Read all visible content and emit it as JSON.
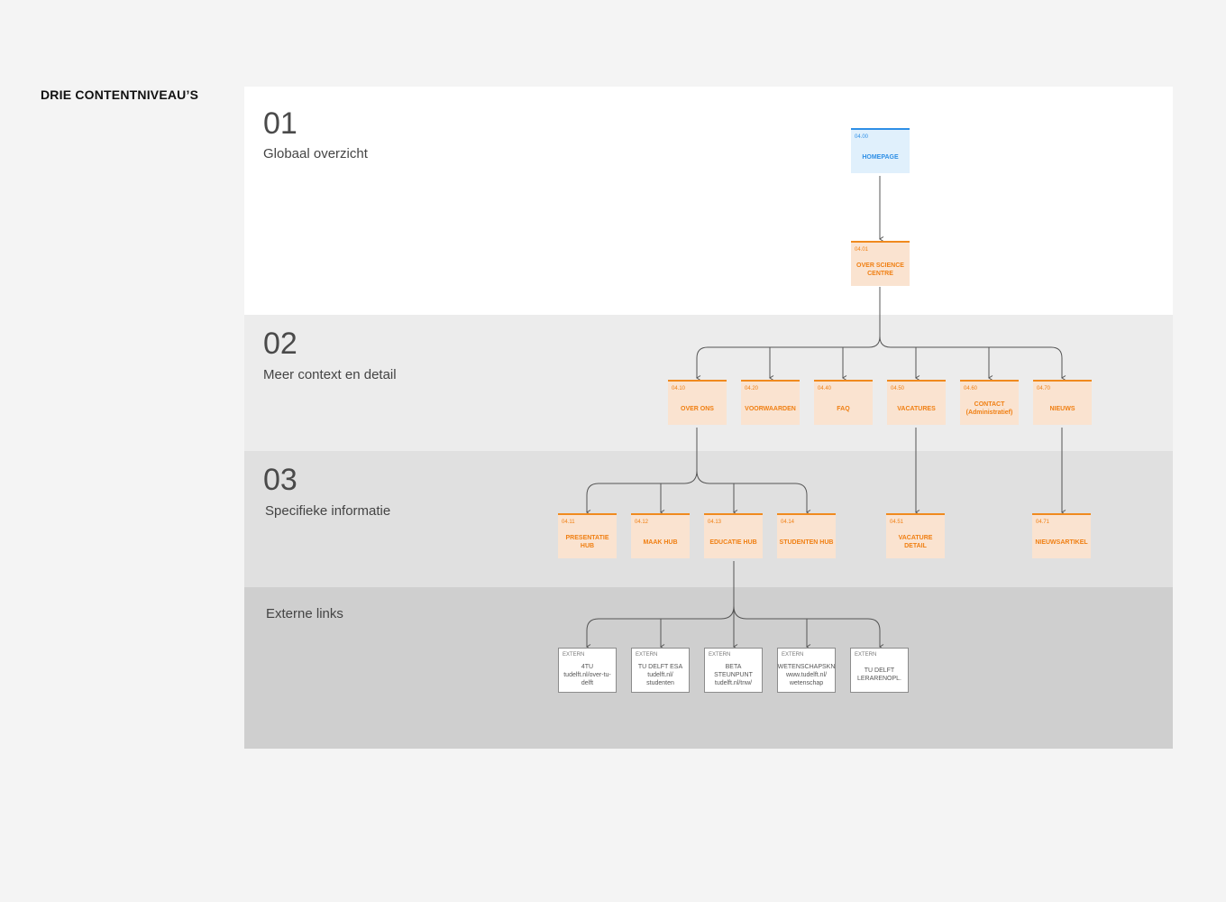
{
  "page_title": "DRIE CONTENTNIVEAU’S",
  "levels": [
    {
      "number": "01",
      "label": "Globaal overzicht"
    },
    {
      "number": "02",
      "label": "Meer context en detail"
    },
    {
      "number": "03",
      "label": "Specifieke informatie"
    },
    {
      "number": "",
      "label": "Externe links"
    }
  ],
  "nodes": {
    "homepage": {
      "code": "04.00",
      "label": "HOMEPAGE"
    },
    "over_science_centre": {
      "code": "04.01",
      "label": "OVER SCIENCE CENTRE"
    },
    "over_ons": {
      "code": "04.10",
      "label": "OVER ONS"
    },
    "voorwaarden": {
      "code": "04.20",
      "label": "VOORWAARDEN"
    },
    "faq": {
      "code": "04.40",
      "label": "FAQ"
    },
    "vacatures": {
      "code": "04.50",
      "label": "VACATURES"
    },
    "contact": {
      "code": "04.60",
      "label": "CONTACT (Administratief)"
    },
    "nieuws": {
      "code": "04.70",
      "label": "NIEUWS"
    },
    "presentatie_hub": {
      "code": "04.11",
      "label": "PRESENTATIE HUB"
    },
    "maak_hub": {
      "code": "04.12",
      "label": "MAAK HUB"
    },
    "educatie_hub": {
      "code": "04.13",
      "label": "EDUCATIE HUB"
    },
    "studenten_hub": {
      "code": "04.14",
      "label": "STUDENTEN HUB"
    },
    "vacature_detail": {
      "code": "04.51",
      "label": "VACATURE DETAIL"
    },
    "nieuwsartikel": {
      "code": "04.71",
      "label": "NIEUWSARTIKEL"
    }
  },
  "externals": [
    {
      "code": "EXTERN",
      "title": "4TU",
      "url": "tudelft.nl/over-tu-delft"
    },
    {
      "code": "EXTERN",
      "title": "TU DELFT ESA",
      "url": "tudelft.nl/ studenten"
    },
    {
      "code": "EXTERN",
      "title": "BETA STEUNPUNT",
      "url": "tudelft.nl/tnw/"
    },
    {
      "code": "EXTERN",
      "title": "WETENSCHAPSKN",
      "url": "www.tudelft.nl/ wetenschap"
    },
    {
      "code": "EXTERN",
      "title": "TU DELFT LERARENOPL.",
      "url": ""
    }
  ],
  "colors": {
    "page_bg": "#f4f4f4",
    "level1_bg": "#ffffff",
    "level2_bg": "#ececec",
    "level3_bg": "#e0e0e0",
    "external_bg": "#cfcfcf",
    "homepage_accent": "#2e8fe6",
    "page_accent": "#f08a1e",
    "connector": "#555555"
  }
}
